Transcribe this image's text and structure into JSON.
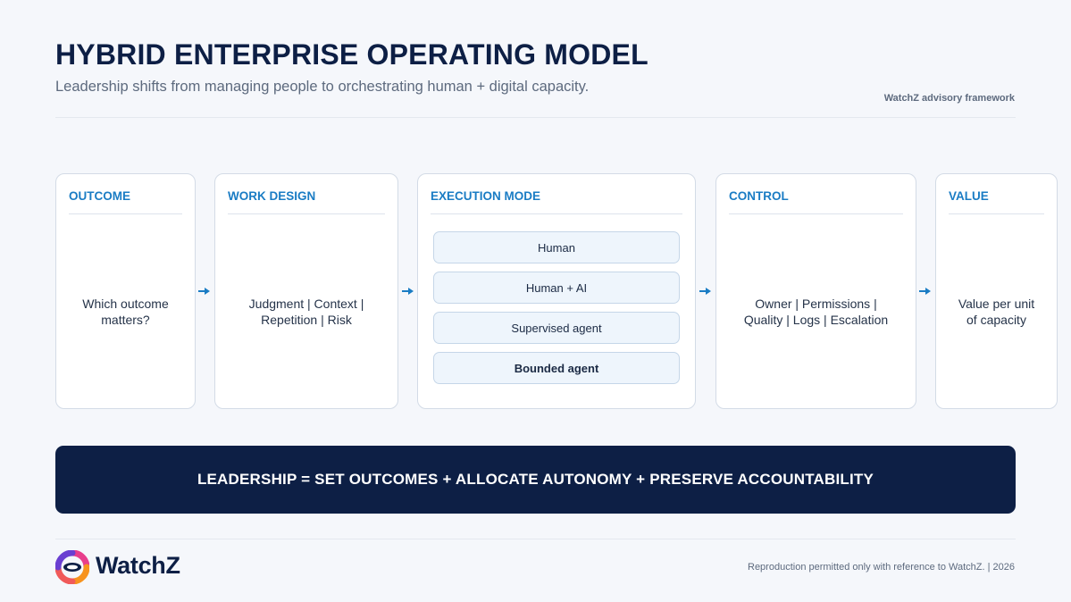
{
  "header": {
    "title": "HYBRID ENTERPRISE OPERATING MODEL",
    "subtitle": "Leadership shifts from managing people to orchestrating human + digital capacity.",
    "framework": "WatchZ advisory framework"
  },
  "cards": {
    "outcome": {
      "title": "OUTCOME",
      "lines": [
        "Which outcome",
        "matters?"
      ]
    },
    "work_design": {
      "title": "WORK DESIGN",
      "lines": [
        "Judgment | Context |",
        "Repetition | Risk"
      ]
    },
    "execution_mode": {
      "title": "EXECUTION MODE",
      "modes": [
        "Human",
        "Human + AI",
        "Supervised agent",
        "Bounded agent"
      ]
    },
    "control": {
      "title": "CONTROL",
      "lines": [
        "Owner | Permissions |",
        "Quality | Logs | Escalation"
      ]
    },
    "value": {
      "title": "VALUE",
      "lines": [
        "Value per unit",
        "of capacity"
      ]
    }
  },
  "banner": {
    "text": "LEADERSHIP = SET OUTCOMES + ALLOCATE AUTONOMY + PRESERVE ACCOUNTABILITY"
  },
  "footer": {
    "brand": "WatchZ",
    "note": "Reproduction permitted only with reference to WatchZ. | 2026"
  },
  "colors": {
    "navy": "#0d1f45",
    "accent_blue": "#1a7cc4",
    "logo_purple": "#6a3fd1",
    "logo_pink": "#e83e8c",
    "logo_orange": "#f7931e"
  }
}
